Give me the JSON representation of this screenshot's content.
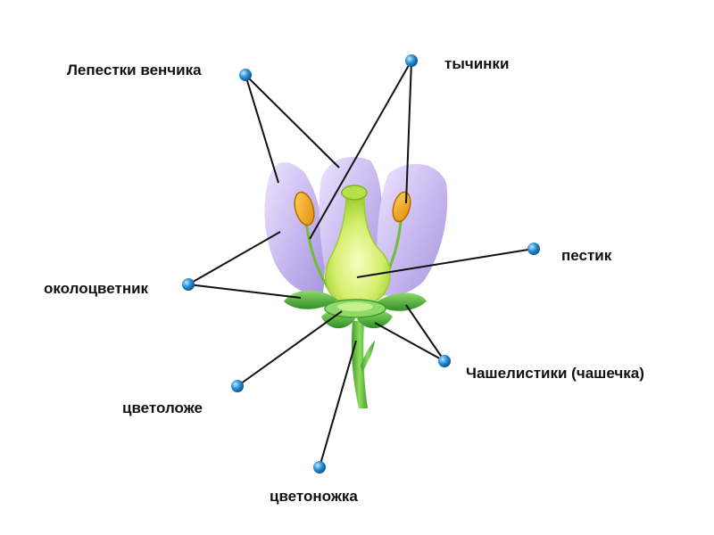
{
  "labels": {
    "petals": "Лепестки венчика",
    "stamens": "тычинки",
    "pistil": "пестик",
    "perianth": "околоцветник",
    "sepals": "Чашелистики (чашечка)",
    "receptacle": "цветоложе",
    "pedicel": "цветоножка"
  },
  "colors": {
    "petal": "#c9b8ee",
    "pistil": "#d9f07a",
    "anther": "#f2a21a",
    "sepal": "#4caf3a",
    "stem": "#5bbf3c",
    "leader_line": "#111111",
    "marker": "#2a8fd8"
  }
}
